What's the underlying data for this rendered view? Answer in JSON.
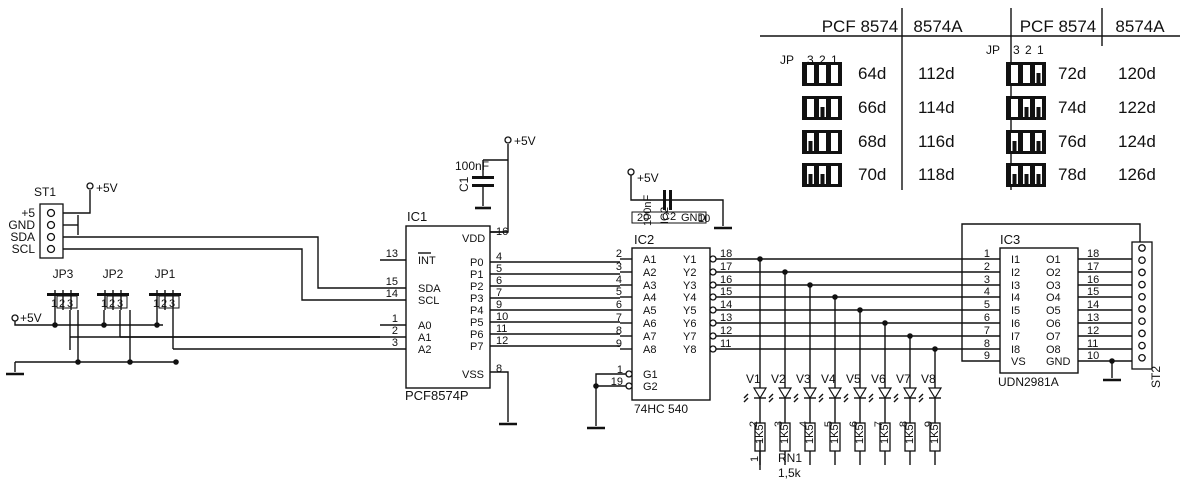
{
  "table": {
    "headers": [
      "PCF 8574",
      "8574A",
      "PCF 8574",
      "8574A"
    ],
    "jp_label": "JP",
    "jp_digits": [
      "3",
      "2",
      "1"
    ],
    "rows": [
      {
        "left_pcf": "64d",
        "left_a": "112d",
        "right_pcf": "72d",
        "right_a": "120d"
      },
      {
        "left_pcf": "66d",
        "left_a": "114d",
        "right_pcf": "74d",
        "right_a": "122d"
      },
      {
        "left_pcf": "68d",
        "left_a": "116d",
        "right_pcf": "76d",
        "right_a": "124d"
      },
      {
        "left_pcf": "70d",
        "left_a": "118d",
        "right_pcf": "78d",
        "right_a": "126d"
      }
    ]
  },
  "power": {
    "plus5": "+5V",
    "plus5_short": "+5"
  },
  "st1": {
    "name": "ST1",
    "pins": [
      "+5",
      "GND",
      "SDA",
      "SCL"
    ]
  },
  "jumpers": [
    {
      "name": "JP3",
      "pins": [
        "1",
        "2",
        "3"
      ]
    },
    {
      "name": "JP2",
      "pins": [
        "1",
        "2",
        "3"
      ]
    },
    {
      "name": "JP1",
      "pins": [
        "1",
        "2",
        "3"
      ]
    }
  ],
  "c1": {
    "name": "C1",
    "value": "100nF"
  },
  "ic1": {
    "name": "IC1",
    "part": "PCF8574P",
    "left_pins": [
      {
        "num": "13",
        "name": "INT"
      },
      {
        "num": "15",
        "name": "SDA"
      },
      {
        "num": "14",
        "name": "SCL"
      },
      {
        "num": "1",
        "name": "A0"
      },
      {
        "num": "2",
        "name": "A1"
      },
      {
        "num": "3",
        "name": "A2"
      }
    ],
    "right_pins": [
      {
        "num": "4",
        "name": "P0"
      },
      {
        "num": "5",
        "name": "P1"
      },
      {
        "num": "6",
        "name": "P2"
      },
      {
        "num": "7",
        "name": "P3"
      },
      {
        "num": "9",
        "name": "P4"
      },
      {
        "num": "10",
        "name": "P5"
      },
      {
        "num": "11",
        "name": "P6"
      },
      {
        "num": "12",
        "name": "P7"
      }
    ],
    "vdd": {
      "num": "16",
      "name": "VDD"
    },
    "vss": {
      "num": "8",
      "name": "VSS"
    }
  },
  "ic2": {
    "name": "IC2",
    "part": "74HC 540",
    "cap_labels": [
      "20",
      "C2",
      "100nF",
      "IC2",
      "GND",
      "10"
    ],
    "left_pins": [
      {
        "num": "2",
        "name": "A1"
      },
      {
        "num": "3",
        "name": "A2"
      },
      {
        "num": "4",
        "name": "A3"
      },
      {
        "num": "5",
        "name": "A4"
      },
      {
        "num": "6",
        "name": "A5"
      },
      {
        "num": "7",
        "name": "A6"
      },
      {
        "num": "8",
        "name": "A7"
      },
      {
        "num": "9",
        "name": "A8"
      }
    ],
    "right_pins": [
      {
        "num": "18",
        "name": "Y1"
      },
      {
        "num": "17",
        "name": "Y2"
      },
      {
        "num": "16",
        "name": "Y3"
      },
      {
        "num": "15",
        "name": "Y4"
      },
      {
        "num": "14",
        "name": "Y5"
      },
      {
        "num": "13",
        "name": "Y6"
      },
      {
        "num": "12",
        "name": "Y7"
      },
      {
        "num": "11",
        "name": "Y8"
      }
    ],
    "gate_pins": [
      {
        "num": "1",
        "name": "G1"
      },
      {
        "num": "19",
        "name": "G2"
      }
    ]
  },
  "leds": [
    "V1",
    "V2",
    "V3",
    "V4",
    "V5",
    "V6",
    "V7",
    "V8"
  ],
  "rn1": {
    "name": "RN1",
    "value": "1,5k",
    "pins": [
      "1",
      "2",
      "3",
      "4",
      "5",
      "6",
      "7",
      "8",
      "9"
    ],
    "body_text": "1K5"
  },
  "ic3": {
    "name": "IC3",
    "part": "UDN2981A",
    "left_pins": [
      {
        "num": "1",
        "name": "I1"
      },
      {
        "num": "2",
        "name": "I2"
      },
      {
        "num": "3",
        "name": "I3"
      },
      {
        "num": "4",
        "name": "I4"
      },
      {
        "num": "5",
        "name": "I5"
      },
      {
        "num": "6",
        "name": "I6"
      },
      {
        "num": "7",
        "name": "I7"
      },
      {
        "num": "8",
        "name": "I8"
      },
      {
        "num": "9",
        "name": "VS"
      }
    ],
    "right_pins": [
      {
        "num": "18",
        "name": "O1"
      },
      {
        "num": "17",
        "name": "O2"
      },
      {
        "num": "16",
        "name": "O3"
      },
      {
        "num": "15",
        "name": "O4"
      },
      {
        "num": "14",
        "name": "O5"
      },
      {
        "num": "13",
        "name": "O6"
      },
      {
        "num": "12",
        "name": "O7"
      },
      {
        "num": "11",
        "name": "O8"
      },
      {
        "num": "10",
        "name": "GND"
      }
    ]
  },
  "st2": {
    "name": "ST2"
  },
  "jumper_patterns": [
    [
      0,
      0,
      0
    ],
    [
      0,
      1,
      0
    ],
    [
      1,
      0,
      0
    ],
    [
      1,
      1,
      0
    ],
    [
      0,
      0,
      1
    ],
    [
      0,
      1,
      1
    ],
    [
      1,
      0,
      1
    ],
    [
      1,
      1,
      1
    ]
  ]
}
